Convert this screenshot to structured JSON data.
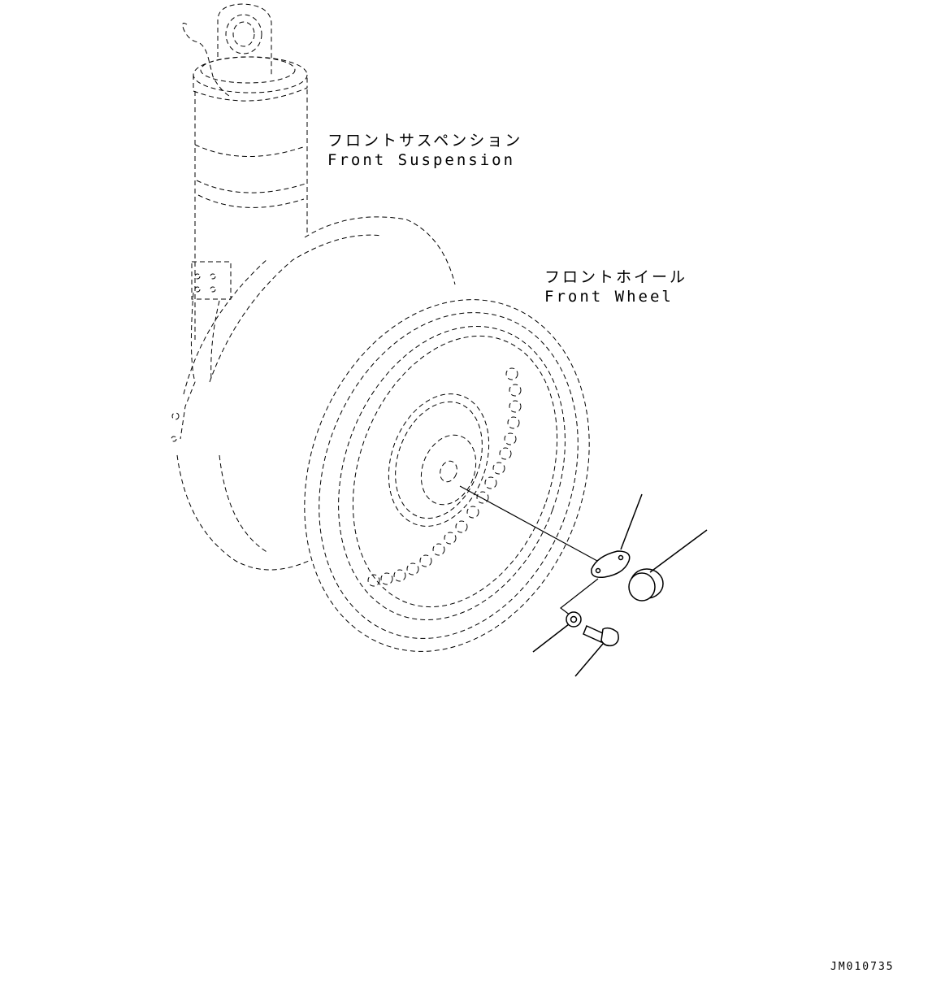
{
  "labels": {
    "front_suspension_jp": "フロントサスペンション",
    "front_suspension_en": "Front Suspension",
    "front_wheel_jp": "フロントホイール",
    "front_wheel_en": "Front Wheel"
  },
  "drawing_id": "JM010735"
}
